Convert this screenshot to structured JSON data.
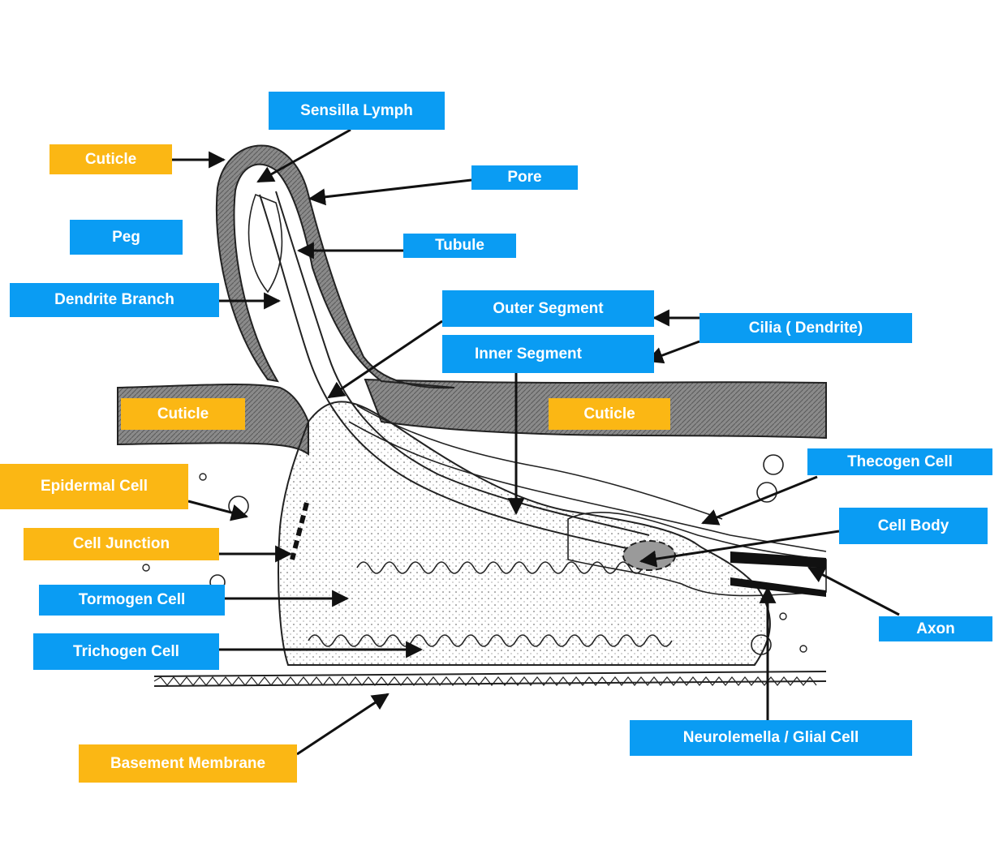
{
  "colors": {
    "blue": "#0a9cf3",
    "orange": "#fbb714",
    "ink": "#111111",
    "cuticle_fill": "#7b7b7b"
  },
  "labels": {
    "sensilla_lymph": "Sensilla Lymph",
    "cuticle_top": "Cuticle",
    "pore": "Pore",
    "peg": "Peg",
    "tubule": "Tubule",
    "dendrite_branch": "Dendrite Branch",
    "outer_segment": "Outer Segment",
    "cilia_dendrite": "Cilia ( Dendrite)",
    "inner_segment": "Inner Segment",
    "cuticle_left": "Cuticle",
    "cuticle_right": "Cuticle",
    "thecogen_cell": "Thecogen Cell",
    "epidermal_cell": "Epidermal Cell",
    "cell_body": "Cell Body",
    "cell_junction": "Cell Junction",
    "tormogen_cell": "Tormogen Cell",
    "axon": "Axon",
    "trichogen_cell": "Trichogen Cell",
    "neurolemella_glial_cell": "Neurolemella / Glial Cell",
    "basement_membrane": "Basement Membrane"
  }
}
